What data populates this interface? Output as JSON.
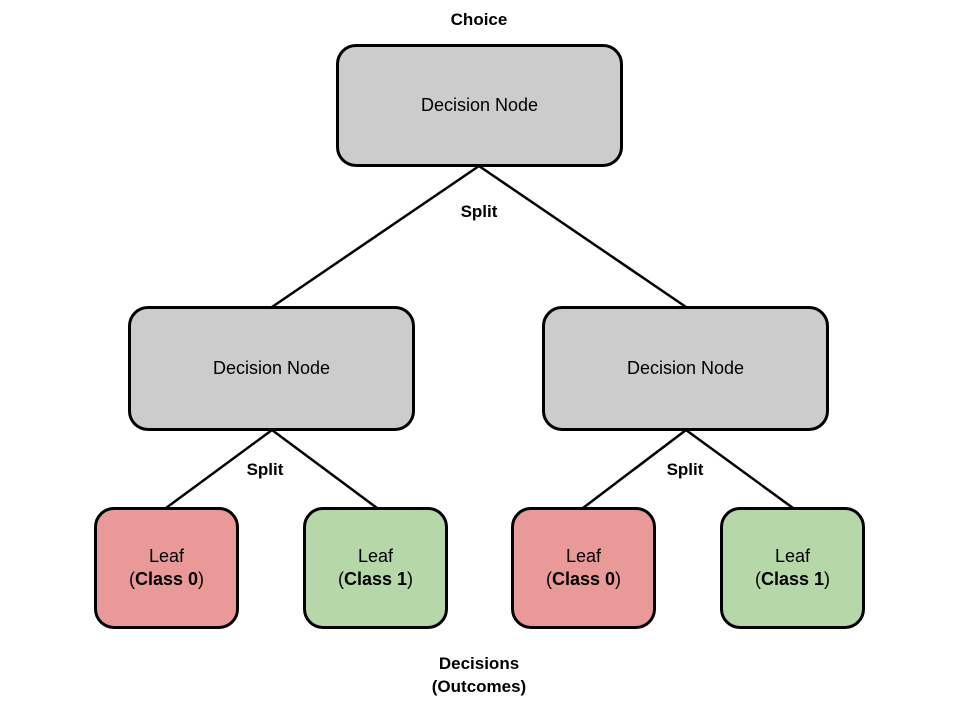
{
  "colors": {
    "decision": "#cccccc",
    "leaf_class_0": "#ea9999",
    "leaf_class_1": "#b6d7a8",
    "stroke": "#000000"
  },
  "labels": {
    "choice": "Choice",
    "split": "Split",
    "decisions_line1": "Decisions",
    "decisions_line2": "(Outcomes)"
  },
  "nodes": {
    "root": {
      "label": "Decision Node"
    },
    "left": {
      "label": "Decision Node"
    },
    "right": {
      "label": "Decision Node"
    }
  },
  "leaves": [
    {
      "label": "Leaf",
      "open": "(",
      "class": "Class 0",
      "close": ")"
    },
    {
      "label": "Leaf",
      "open": "(",
      "class": "Class 1",
      "close": ")"
    },
    {
      "label": "Leaf",
      "open": "(",
      "class": "Class 0",
      "close": ")"
    },
    {
      "label": "Leaf",
      "open": "(",
      "class": "Class 1",
      "close": ")"
    }
  ]
}
